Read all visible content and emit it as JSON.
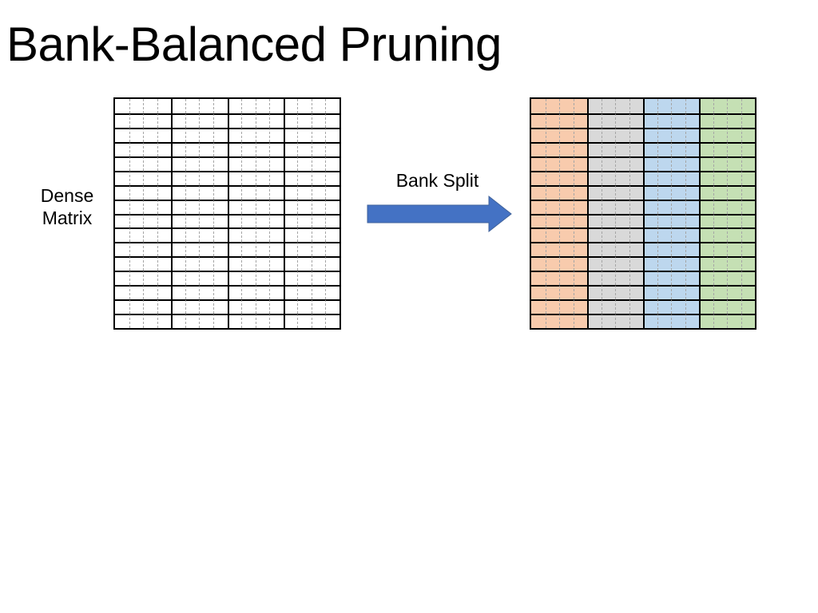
{
  "slide": {
    "title": "Bank-Balanced Pruning"
  },
  "dense_matrix": {
    "label_lines": [
      "Dense",
      "Matrix"
    ],
    "rows": 16,
    "banks": 4,
    "cols_per_bank": 4,
    "bank_fills": [
      "#FFFFFF",
      "#FFFFFF",
      "#FFFFFF",
      "#FFFFFF"
    ]
  },
  "bank_split": {
    "label": "Bank Split",
    "arrow_fill": "#4472C4"
  },
  "banked_matrix": {
    "rows": 16,
    "banks": 4,
    "cols_per_bank": 4,
    "bank_fills": [
      "#F8CBAD",
      "#D9D9D9",
      "#BDD7EE",
      "#C5E0B4"
    ]
  },
  "style": {
    "background": "#FFFFFF",
    "grid_line_color": "#000000",
    "dashed_line_color": "#A6A6A6",
    "title_color": "#000000"
  }
}
